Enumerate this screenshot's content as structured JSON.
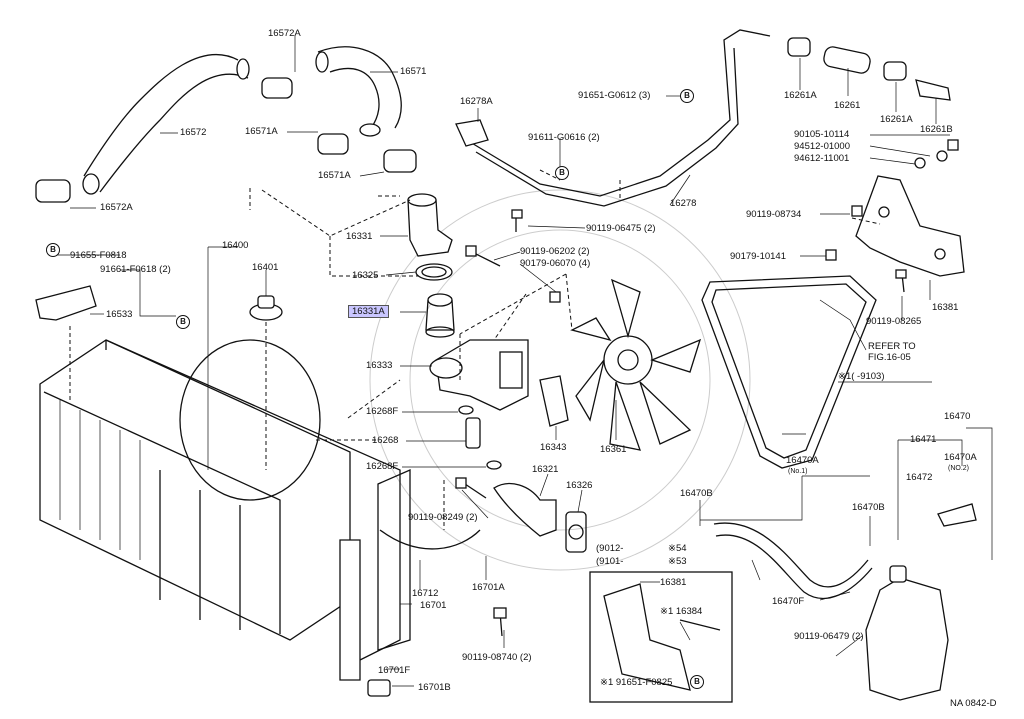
{
  "diagram": {
    "labels": [
      {
        "key": "p16572A_top",
        "text": "16572A"
      },
      {
        "key": "p16571",
        "text": "16571"
      },
      {
        "key": "p16572",
        "text": "16572"
      },
      {
        "key": "p16571A_a",
        "text": "16571A"
      },
      {
        "key": "p16571A_b",
        "text": "16571A"
      },
      {
        "key": "p16572A_bot",
        "text": "16572A"
      },
      {
        "key": "p16278A",
        "text": "16278A"
      },
      {
        "key": "p91651G0612",
        "text": "91651-G0612 (3)"
      },
      {
        "key": "p91611G0616",
        "text": "91611-G0616 (2)"
      },
      {
        "key": "p16278",
        "text": "16278"
      },
      {
        "key": "p16261A_a",
        "text": "16261A"
      },
      {
        "key": "p16261",
        "text": "16261"
      },
      {
        "key": "p16261A_b",
        "text": "16261A"
      },
      {
        "key": "p16261B",
        "text": "16261B"
      },
      {
        "key": "p9010510114",
        "text": "90105-10114"
      },
      {
        "key": "p9451201000",
        "text": "94512-01000"
      },
      {
        "key": "p9461211001",
        "text": "94612-11001"
      },
      {
        "key": "p9011908734",
        "text": "90119-08734"
      },
      {
        "key": "p9017910141",
        "text": "90179-10141"
      },
      {
        "key": "p16381",
        "text": "16381"
      },
      {
        "key": "p9011908265",
        "text": "90119-08265"
      },
      {
        "key": "p9011906475",
        "text": "90119-06475 (2)"
      },
      {
        "key": "p16331",
        "text": "16331"
      },
      {
        "key": "p9011906202",
        "text": "90119-06202 (2)"
      },
      {
        "key": "p9017906070",
        "text": "90179-06070 (4)"
      },
      {
        "key": "p16325",
        "text": "16325"
      },
      {
        "key": "p16331A",
        "text": "16331A"
      },
      {
        "key": "p16333",
        "text": "16333"
      },
      {
        "key": "p16268F_a",
        "text": "16268F"
      },
      {
        "key": "p16268",
        "text": "16268"
      },
      {
        "key": "p16268F_b",
        "text": "16268F"
      },
      {
        "key": "p16343",
        "text": "16343"
      },
      {
        "key": "p16361",
        "text": "16361"
      },
      {
        "key": "p16321",
        "text": "16321"
      },
      {
        "key": "p16326",
        "text": "16326"
      },
      {
        "key": "p9011908249",
        "text": "90119-08249 (2)"
      },
      {
        "key": "p91655F0818",
        "text": "91655-F0818"
      },
      {
        "key": "p91661F0618",
        "text": "91661-F0618 (2)"
      },
      {
        "key": "p16533",
        "text": "16533"
      },
      {
        "key": "p16400",
        "text": "16400"
      },
      {
        "key": "p16401",
        "text": "16401"
      },
      {
        "key": "p16712",
        "text": "16712"
      },
      {
        "key": "p16701A",
        "text": "16701A"
      },
      {
        "key": "p16701",
        "text": "16701"
      },
      {
        "key": "p9011908740",
        "text": "90119-08740 (2)"
      },
      {
        "key": "p16701F",
        "text": "16701F"
      },
      {
        "key": "p16701B",
        "text": "16701B"
      },
      {
        "key": "refer_to",
        "text": "REFER TO"
      },
      {
        "key": "fig",
        "text": "FIG.16-05"
      },
      {
        "key": "date_ref",
        "text": "※1(      -9103)"
      },
      {
        "key": "p16470A",
        "text": "16470A"
      },
      {
        "key": "p16470A_no1",
        "text": "(No.1)"
      },
      {
        "key": "p16470",
        "text": "16470"
      },
      {
        "key": "p16471",
        "text": "16471"
      },
      {
        "key": "p16470A_b",
        "text": "16470A"
      },
      {
        "key": "p16470A_no2",
        "text": "(NO.2)"
      },
      {
        "key": "p16472",
        "text": "16472"
      },
      {
        "key": "p16470B_a",
        "text": "16470B"
      },
      {
        "key": "p16470B_b",
        "text": "16470B"
      },
      {
        "key": "date_9012",
        "text": "(9012-"
      },
      {
        "key": "mark_54",
        "text": "※54"
      },
      {
        "key": "date_9101",
        "text": "(9101-"
      },
      {
        "key": "mark_53",
        "text": "※53"
      },
      {
        "key": "p16381_box",
        "text": "16381"
      },
      {
        "key": "p16384",
        "text": "※1 16384"
      },
      {
        "key": "p91651F0825",
        "text": "※1 91651-F0825"
      },
      {
        "key": "p16470F",
        "text": "16470F"
      },
      {
        "key": "p9011906479",
        "text": "90119-06479 (2)"
      },
      {
        "key": "diagram_code",
        "text": "NA 0842-D"
      }
    ],
    "callouts": [
      {
        "key": "b1",
        "text": "B"
      },
      {
        "key": "b2",
        "text": "B"
      },
      {
        "key": "b3",
        "text": "B"
      },
      {
        "key": "b4",
        "text": "B"
      },
      {
        "key": "b5",
        "text": "B"
      }
    ]
  }
}
